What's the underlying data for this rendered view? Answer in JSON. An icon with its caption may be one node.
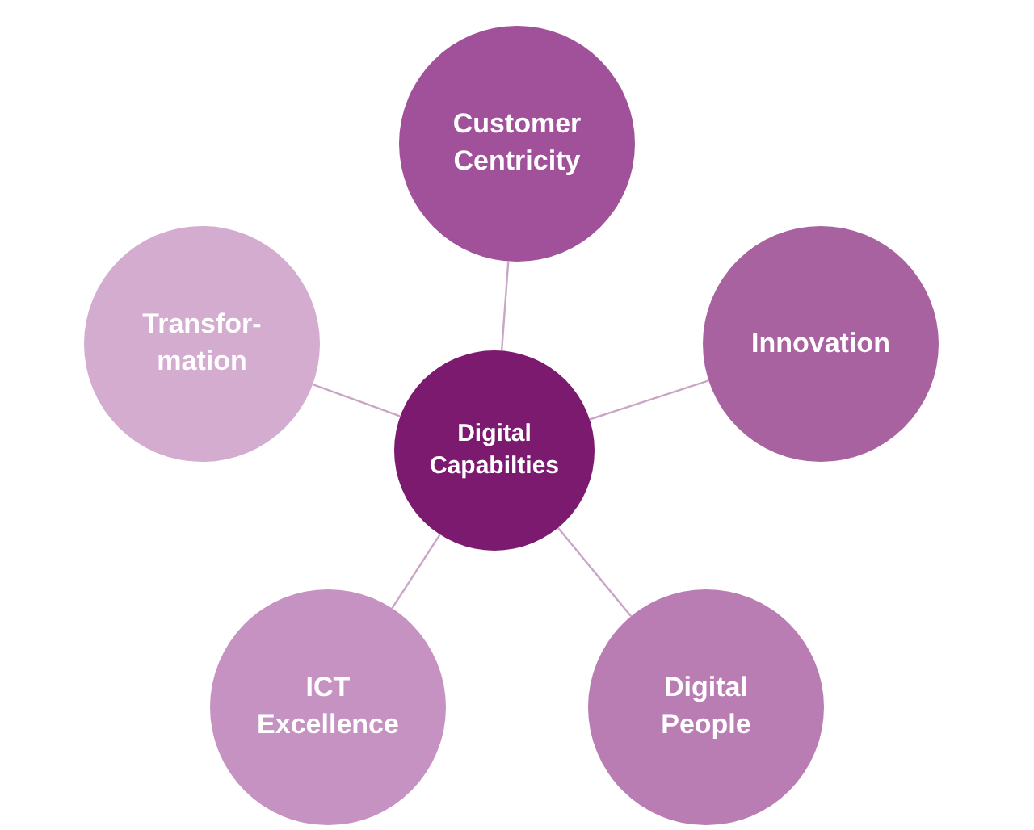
{
  "diagram": {
    "nodes": [
      {
        "text": [
          "Digital Capabilties"
        ]
      },
      {
        "text": [
          "Customer Centricity"
        ]
      },
      {
        "text": [
          "Transfor- mation"
        ]
      },
      {
        "text": [
          "Innovation"
        ]
      },
      {
        "text": [
          "ICT Excellence"
        ]
      },
      {
        "text": [
          "Digital People"
        ]
      }
    ],
    "edges": [
      {
        "from": 0,
        "to": 1,
        "arrow": "none"
      },
      {
        "from": 0,
        "to": 2,
        "arrow": "none"
      },
      {
        "from": 0,
        "to": 3,
        "arrow": "none"
      },
      {
        "from": 0,
        "to": 4,
        "arrow": "none"
      },
      {
        "from": 0,
        "to": 5,
        "arrow": "none"
      }
    ]
  }
}
